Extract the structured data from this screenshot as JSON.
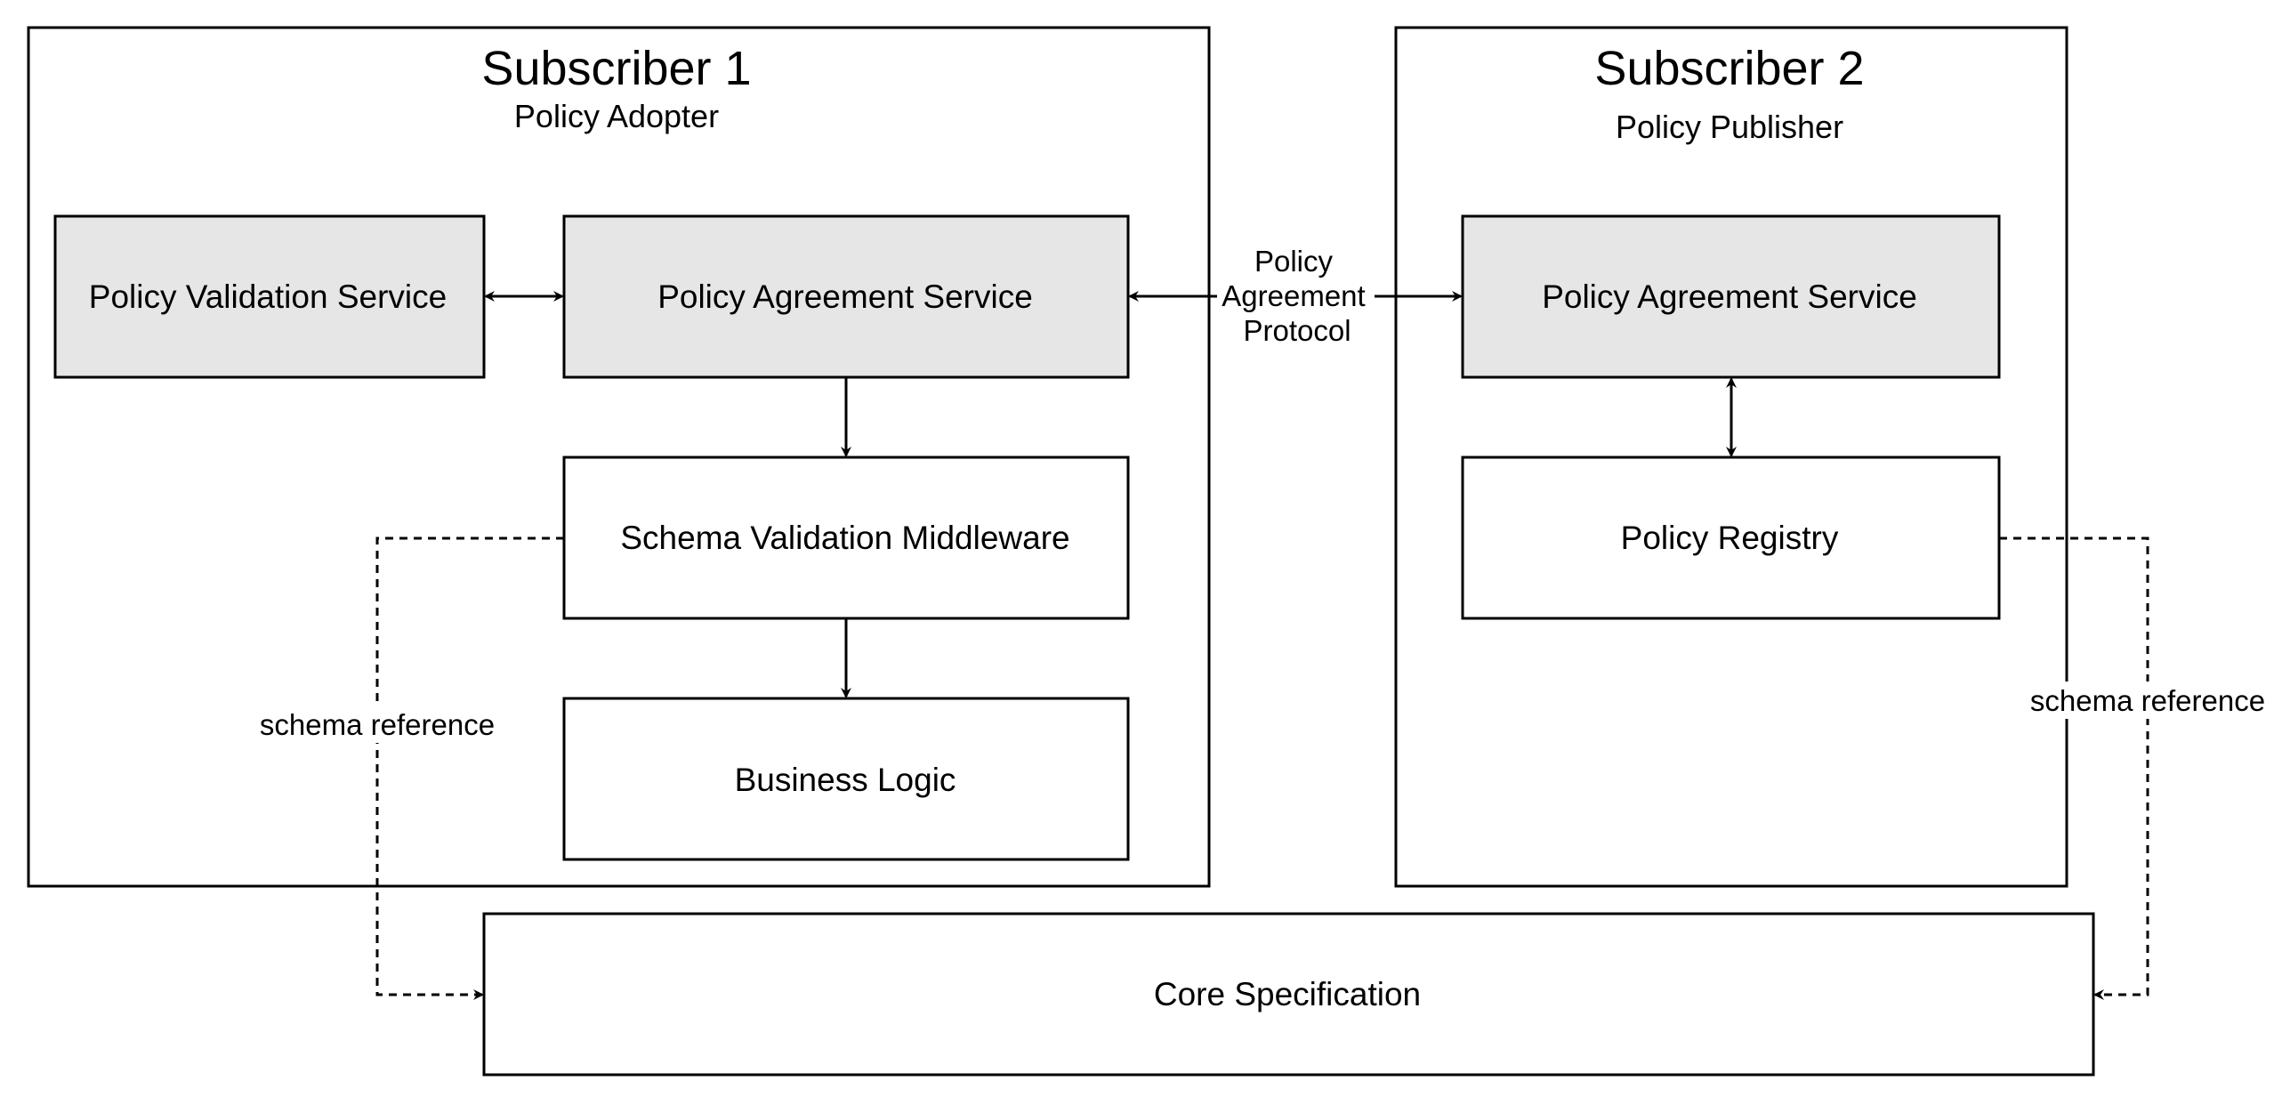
{
  "subscriber_1": {
    "title": "Subscriber 1",
    "role": "Policy Adopter",
    "policy_validation_service": "Policy Validation Service",
    "policy_agreement_service": "Policy Agreement Service",
    "schema_validation_middleware": "Schema Validation Middleware",
    "business_logic": "Business Logic"
  },
  "subscriber_2": {
    "title": "Subscriber 2",
    "role": "Policy Publisher",
    "policy_agreement_service": "Policy Agreement Service",
    "policy_registry": "Policy Registry"
  },
  "core_specification": "Core Specification",
  "edges": {
    "protocol_label": [
      "Policy",
      "Agreement",
      "Protocol"
    ],
    "schema_reference_left": "schema reference",
    "schema_reference_right": "schema reference"
  },
  "colors": {
    "service_fill": "#e6e6e6",
    "box_fill": "#ffffff",
    "stroke": "#000000"
  }
}
